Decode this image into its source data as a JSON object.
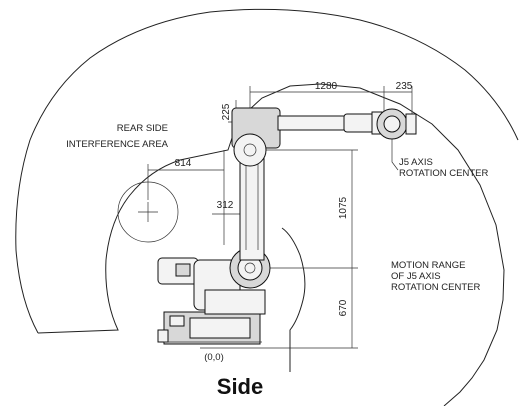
{
  "labels": {
    "rear_side_line1": "REAR SIDE",
    "rear_side_line2": "INTERFERENCE AREA",
    "j5_axis_line1": "J5 AXIS",
    "j5_axis_line2": "ROTATION CENTER",
    "motion_range_line1": "MOTION RANGE",
    "motion_range_line2": "OF J5 AXIS",
    "motion_range_line3": "ROTATION CENTER",
    "origin": "(0,0)",
    "caption": "Side"
  },
  "dimensions": {
    "arm_length": "1280",
    "wrist_offset": "235",
    "arm_height": "225",
    "rear_radius": "814",
    "rear_offset": "312",
    "upper_arm": "1075",
    "base_height": "670"
  }
}
